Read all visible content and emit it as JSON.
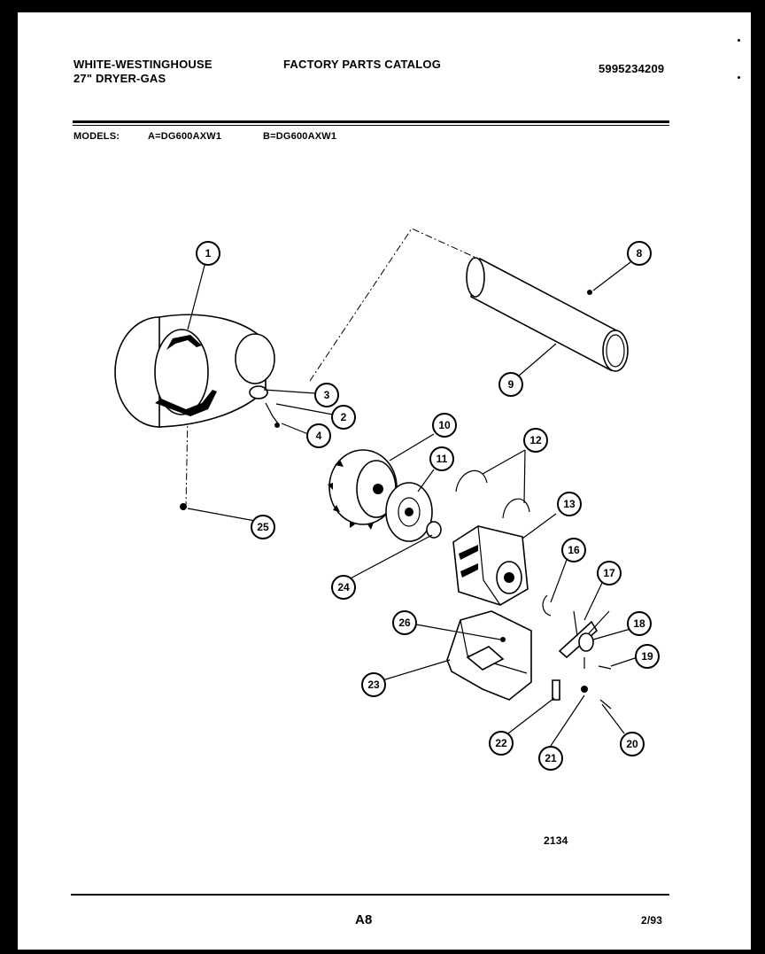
{
  "header": {
    "brand": "WHITE-WESTINGHOUSE",
    "product": "27\" DRYER-GAS",
    "catalog_title": "FACTORY PARTS CATALOG",
    "catalog_number": "5995234209"
  },
  "models": {
    "label": "MODELS:",
    "model_a": "A=DG600AXW1",
    "model_b": "B=DG600AXW1"
  },
  "diagram": {
    "callouts": [
      "1",
      "2",
      "3",
      "4",
      "8",
      "9",
      "10",
      "11",
      "12",
      "13",
      "16",
      "17",
      "18",
      "19",
      "20",
      "21",
      "22",
      "23",
      "24",
      "25",
      "26"
    ],
    "figure_number": "2134"
  },
  "footer": {
    "page": "A8",
    "date": "2/93"
  }
}
